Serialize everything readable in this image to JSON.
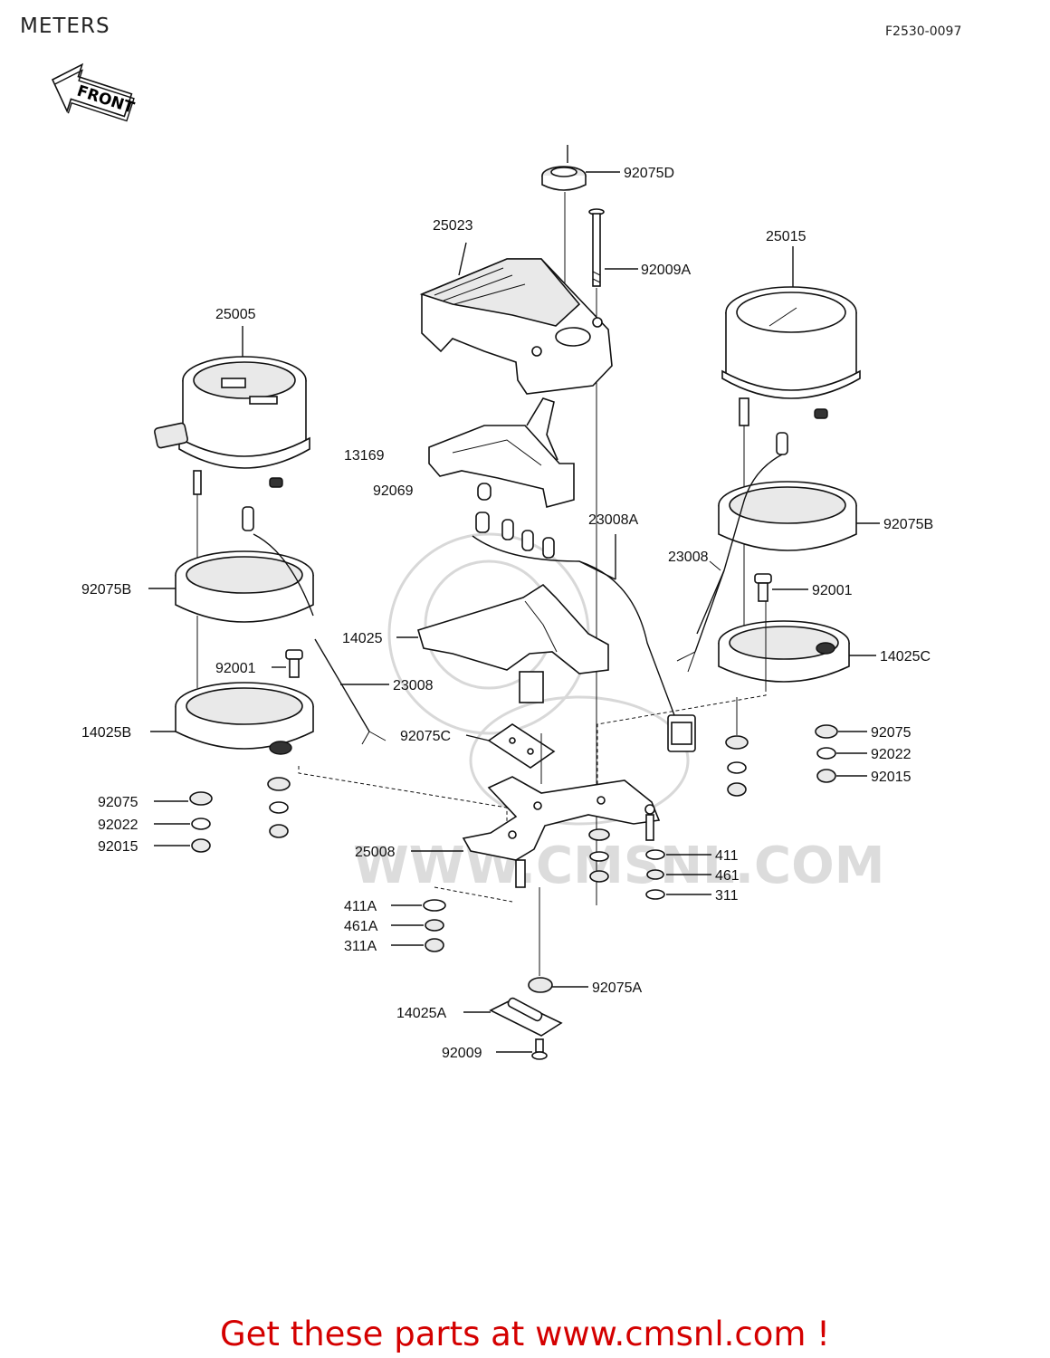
{
  "header": {
    "title": "METERS",
    "code": "F2530-0097"
  },
  "front_arrow": "FRONT",
  "labels": {
    "p92075D": "92075D",
    "p25023": "25023",
    "p92009A": "92009A",
    "p25015": "25015",
    "p25005": "25005",
    "p13169": "13169",
    "p92069": "92069",
    "p23008A": "23008A",
    "p92075B_r": "92075B",
    "p23008_r": "23008",
    "p92001_r": "92001",
    "p92075B_l": "92075B",
    "p14025": "14025",
    "p14025C": "14025C",
    "p92001_l": "92001",
    "p23008_l": "23008",
    "p14025B": "14025B",
    "p92075C": "92075C",
    "p92075_r": "92075",
    "p92022_r": "92022",
    "p92015_r": "92015",
    "p92075_l": "92075",
    "p92022_l": "92022",
    "p92015_l": "92015",
    "p25008": "25008",
    "p411": "411",
    "p461": "461",
    "p311": "311",
    "p411A": "411A",
    "p461A": "461A",
    "p311A": "311A",
    "p92075A": "92075A",
    "p14025A": "14025A",
    "p92009": "92009"
  },
  "watermark": "WWW.CMSNL.COM",
  "footer": "Get these parts at www.cmsnl.com !",
  "colors": {
    "footer": "#d40000",
    "line": "#111111",
    "watermark": "#d8d8d8"
  }
}
